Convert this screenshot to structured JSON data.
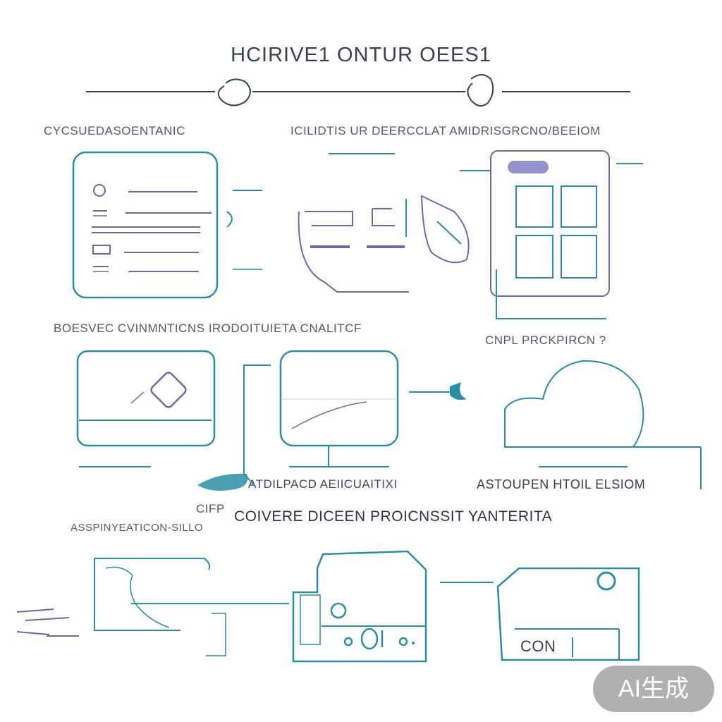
{
  "title": "HCIRIVE1 ONTUR OEES1",
  "labels": {
    "top_left": "CYCSUEDASOENTANIC",
    "top_right": "ICILIDTIS UR DEERCCLAT AMIDRISGRCNO/BEEIOM",
    "mid_left": "BOESVEC CVINMNTICNS IRODOITUIETA CNALITCF",
    "mid_right": "CNPL PRCKPIRCN ?",
    "mid_caption_a": "ATDILPACD AEIICUAITIXI",
    "mid_caption_b": "ASTOUPEN HTOIL ELSIOM",
    "small_left_a": "CIFP",
    "small_left_b": "ASSPINYEATICON-SILLO",
    "bottom_heading": "COIVERE DICEEN PROICNSSIT YANTERITA",
    "screen_text": "CON"
  },
  "watermark": "AI生成",
  "colors": {
    "teal": "#2a8fa6",
    "purple": "#6a6aa8",
    "ink": "#3c4150"
  }
}
